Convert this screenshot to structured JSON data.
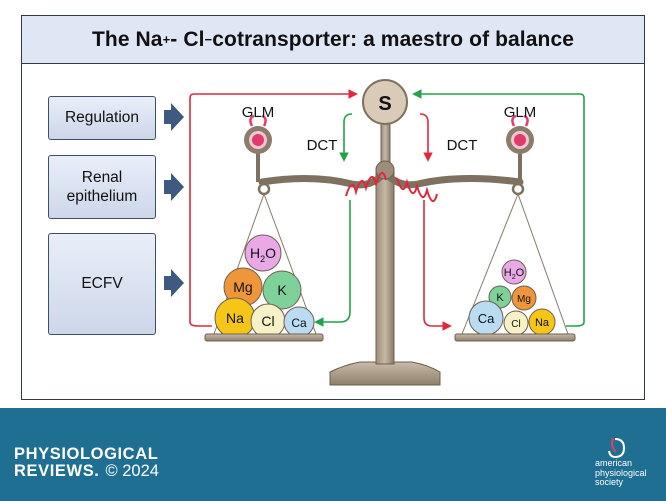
{
  "title": {
    "prefix": "The Na",
    "na_charge": "+",
    "middle": "- Cl",
    "cl_charge": "−",
    "suffix": " cotransporter: a maestro of balance"
  },
  "factors": [
    "Regulation",
    "Renal epithelium",
    "ECFV"
  ],
  "labels": {
    "left_glm": "GLM",
    "right_glm": "GLM",
    "left_dct": "DCT",
    "right_dct": "DCT",
    "center": "S"
  },
  "left_pan": {
    "ions": [
      {
        "symbol": "Na",
        "color": "#f5c518"
      },
      {
        "symbol": "Cl",
        "color": "#f7f1c8"
      },
      {
        "symbol": "Ca",
        "color": "#b9dcf2"
      },
      {
        "symbol": "Mg",
        "color": "#f0963a"
      },
      {
        "symbol": "K",
        "color": "#7fd19a"
      },
      {
        "symbol": "H",
        "sub": "2",
        "suffix": "O",
        "color": "#e9a8e6"
      }
    ]
  },
  "right_pan": {
    "ions": [
      {
        "symbol": "Ca",
        "color": "#b9dcf2"
      },
      {
        "symbol": "Cl",
        "color": "#f7f1c8"
      },
      {
        "symbol": "Na",
        "color": "#f5c518"
      },
      {
        "symbol": "K",
        "color": "#7fd19a"
      },
      {
        "symbol": "Mg",
        "color": "#f0963a"
      },
      {
        "symbol": "H",
        "sub": "2",
        "suffix": "O",
        "color": "#e9a8e6"
      }
    ]
  },
  "colors": {
    "red_arrow": "#e0283c",
    "green_arrow": "#22a24a",
    "scale": "#8a7a67",
    "footer": "#1f6f93"
  },
  "footer": {
    "journal_line1": "PHYSIOLOGICAL",
    "journal_line2": "REVIEWS.",
    "year": "© 2024",
    "publisher_line1": "american",
    "publisher_line2": "physiological",
    "publisher_line3": "society"
  }
}
